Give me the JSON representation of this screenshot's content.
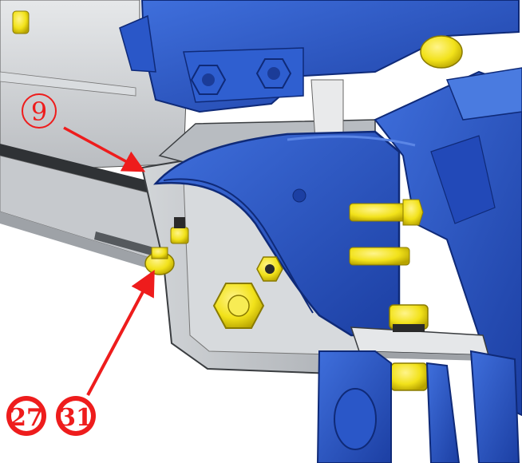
{
  "figure": {
    "description_visible_text_only": true,
    "callouts": [
      {
        "id": "c9",
        "label": "9"
      },
      {
        "id": "c27",
        "label": "27"
      },
      {
        "id": "c31",
        "label": "31"
      }
    ]
  },
  "colors": {
    "background": "#ffffff",
    "panel_gray": "#c9ccd0",
    "panel_light": "#e3e6e9",
    "panel_dark": "#9a9ea3",
    "frame_dark": "#3a3d40",
    "bracket_blue": "#2a57c8",
    "bracket_blue_dark": "#183a96",
    "bracket_blue_light": "#4a7be0",
    "bolt_yellow": "#f2e21a",
    "bolt_yellow_dark": "#b8a400",
    "callout_red": "#ee1c1c",
    "outline": "#222222"
  },
  "icons": [
    "arrow-icon",
    "bolt-icon",
    "nut-icon"
  ]
}
